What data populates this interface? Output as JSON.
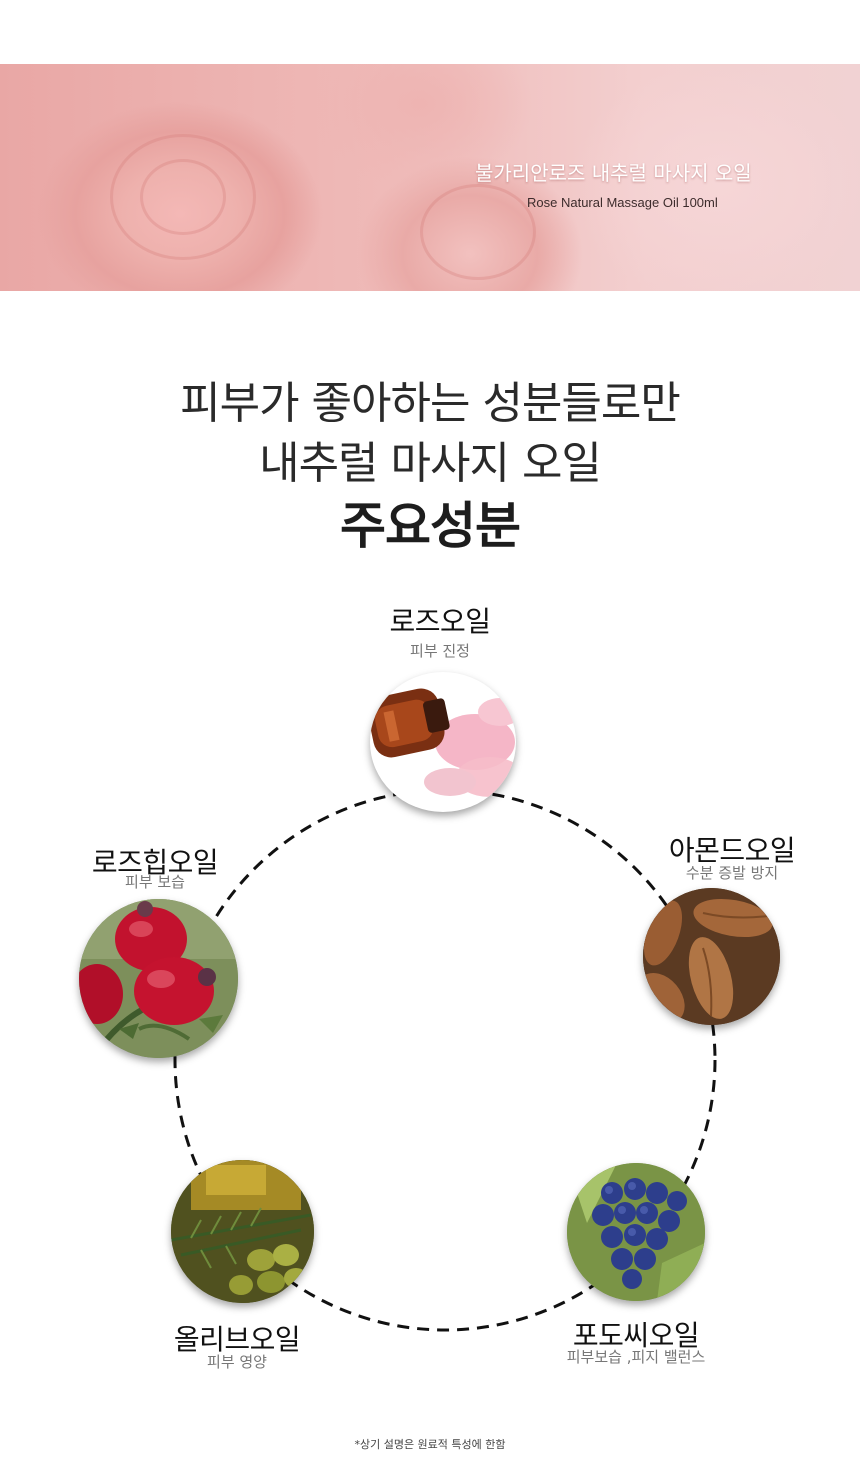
{
  "banner": {
    "title": "불가리안로즈 내추럴 마사지 오일",
    "subtitle": "Rose Natural Massage Oil 100ml"
  },
  "headline": {
    "line1": "피부가 좋아하는 성분들로만",
    "line2": "내추럴 마사지 오일",
    "line3": "주요성분"
  },
  "ingredients": [
    {
      "name": "로즈오일",
      "desc": "피부 진정",
      "icon": "rose-oil-photo"
    },
    {
      "name": "아몬드오일",
      "desc": "수분 증발 방지",
      "icon": "almond-photo"
    },
    {
      "name": "포도씨오일",
      "desc": "피부보습 ,피지 밸런스",
      "icon": "grape-photo"
    },
    {
      "name": "올리브오일",
      "desc": "피부 영양",
      "icon": "olive-photo"
    },
    {
      "name": "로즈힙오일",
      "desc": "피부 보습",
      "icon": "rosehip-photo"
    }
  ],
  "footnote": "*상기 설명은 원료적 특성에 한함",
  "colors": {
    "ring": "#111111",
    "banner_pink": "#eeb4b2"
  }
}
